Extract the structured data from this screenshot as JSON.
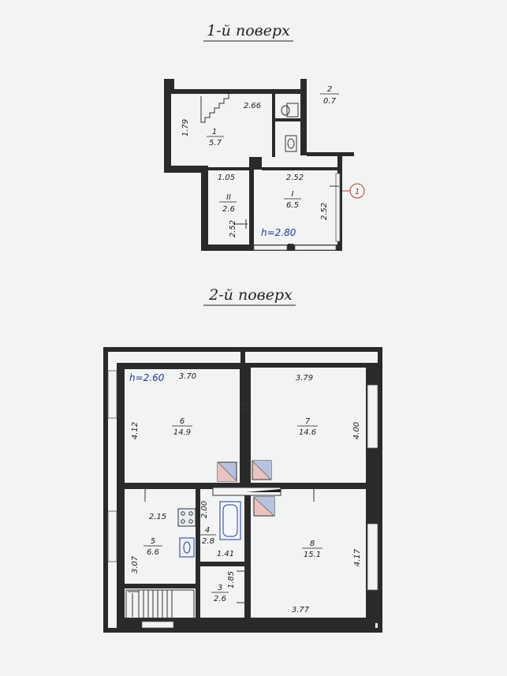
{
  "floor1": {
    "title": "1-й поверх",
    "height": "h=2.80",
    "marker": "1",
    "rooms": [
      {
        "num": "1",
        "area": "5.7"
      },
      {
        "num": "2",
        "area": "0.7"
      },
      {
        "num": "I",
        "area": "6.5"
      },
      {
        "num": "II",
        "area": "2.6"
      }
    ],
    "dims": [
      "2.66",
      "1.79",
      "1.05",
      "2.52",
      "2.52",
      "2.52"
    ]
  },
  "floor2": {
    "title": "2-й поверх",
    "height": "h=2.60",
    "rooms": [
      {
        "num": "6",
        "area": "14.9"
      },
      {
        "num": "7",
        "area": "14.6"
      },
      {
        "num": "5",
        "area": "6.6"
      },
      {
        "num": "4",
        "area": "2.8"
      },
      {
        "num": "3",
        "area": "2.6"
      },
      {
        "num": "8",
        "area": "15.1"
      }
    ],
    "dims": [
      "3.70",
      "3.79",
      "4.12",
      "4.00",
      "2.15",
      "2.00",
      "1.41",
      "1.85",
      "3.07",
      "3.77",
      "4.17"
    ]
  },
  "colors": {
    "wall": "#2a2a2a",
    "height_label": "#1c3aa0",
    "marker": "#c0392b",
    "duct_pink": "#e9c3c0",
    "duct_blue": "#b6c3de"
  }
}
